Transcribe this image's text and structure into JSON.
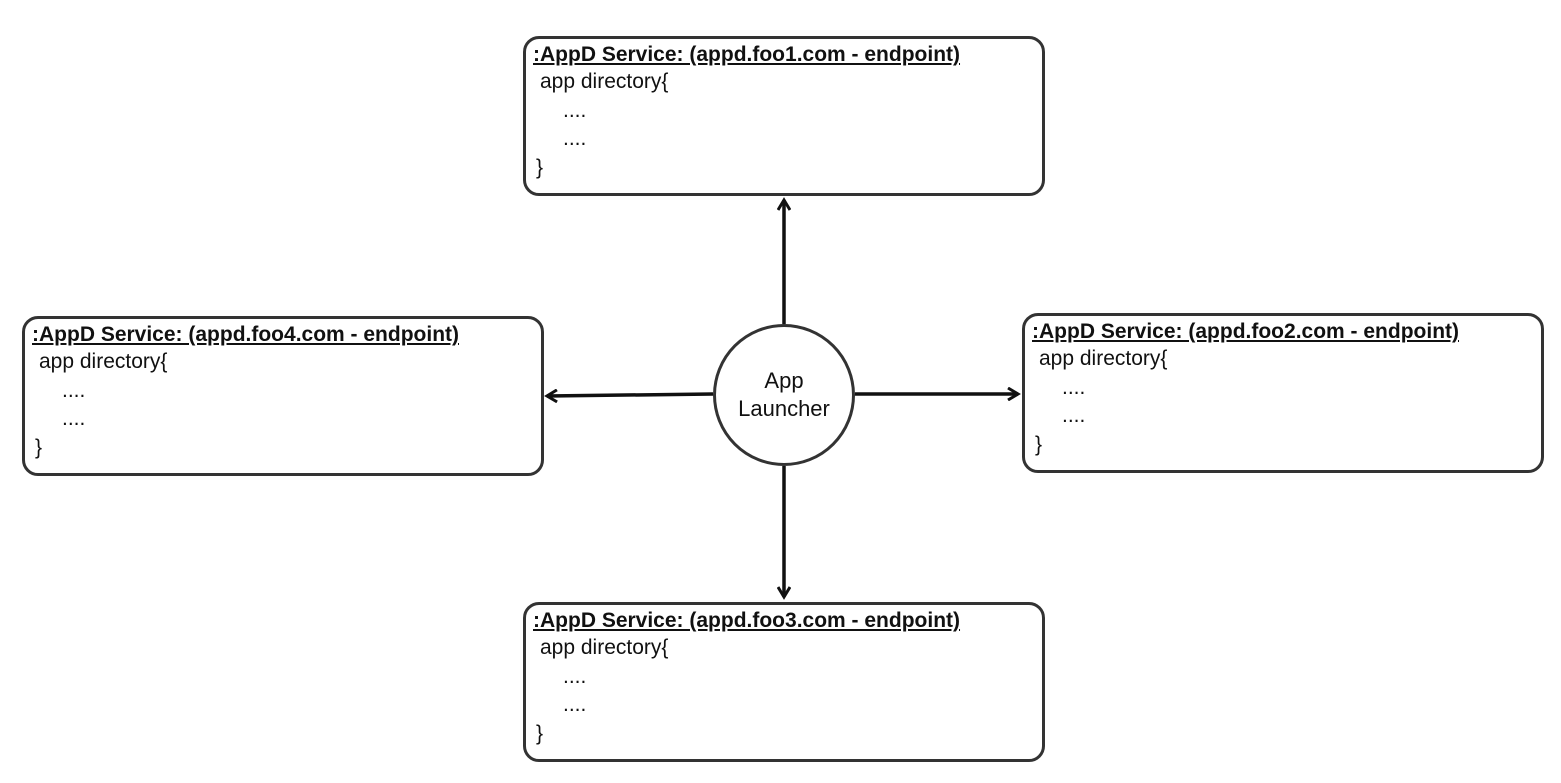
{
  "launcher": {
    "label": "App Launcher"
  },
  "services": {
    "top": {
      "title": ":AppD Service: (appd.foo1.com - endpoint)",
      "body_open": "app directory{",
      "items": [
        "....",
        "...."
      ],
      "body_close": "}"
    },
    "right": {
      "title": ":AppD Service: (appd.foo2.com - endpoint)",
      "body_open": "app directory{",
      "items": [
        "....",
        "...."
      ],
      "body_close": "}"
    },
    "bottom": {
      "title": ":AppD Service: (appd.foo3.com - endpoint)",
      "body_open": "app directory{",
      "items": [
        "....",
        "...."
      ],
      "body_close": "}"
    },
    "left": {
      "title": ":AppD Service: (appd.foo4.com - endpoint)",
      "body_open": "app directory{",
      "items": [
        "....",
        "...."
      ],
      "body_close": "}"
    }
  },
  "colors": {
    "stroke": "#333333",
    "arrow": "#111111",
    "background": "#ffffff"
  }
}
